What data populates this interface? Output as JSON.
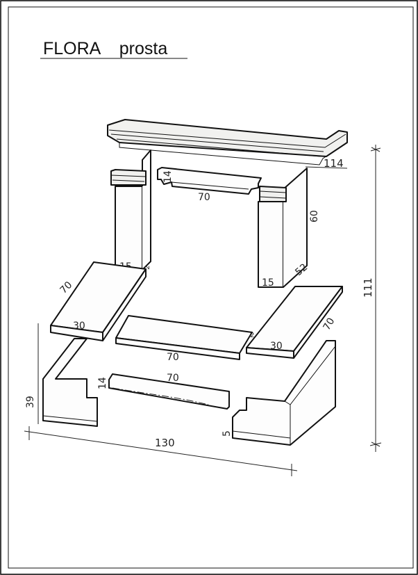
{
  "title": "FLORA    prosta",
  "dimensions": {
    "cornice_depth": "114",
    "top_bar_height": "14",
    "top_bar_length": "70",
    "right_post_height": "60",
    "right_post_depth": "52",
    "left_post_width": "15",
    "left_post_mark": "2",
    "right_post_width": "15",
    "left_slab_length": "70",
    "left_slab_width": "30",
    "center_slab_length": "70",
    "center_slab_mark": "2",
    "right_slab_width": "30",
    "right_slab_length": "70",
    "base_bar_height": "14",
    "base_bar_length": "70",
    "base_height": "39",
    "base_step": "5",
    "total_width": "130",
    "total_height": "111"
  }
}
